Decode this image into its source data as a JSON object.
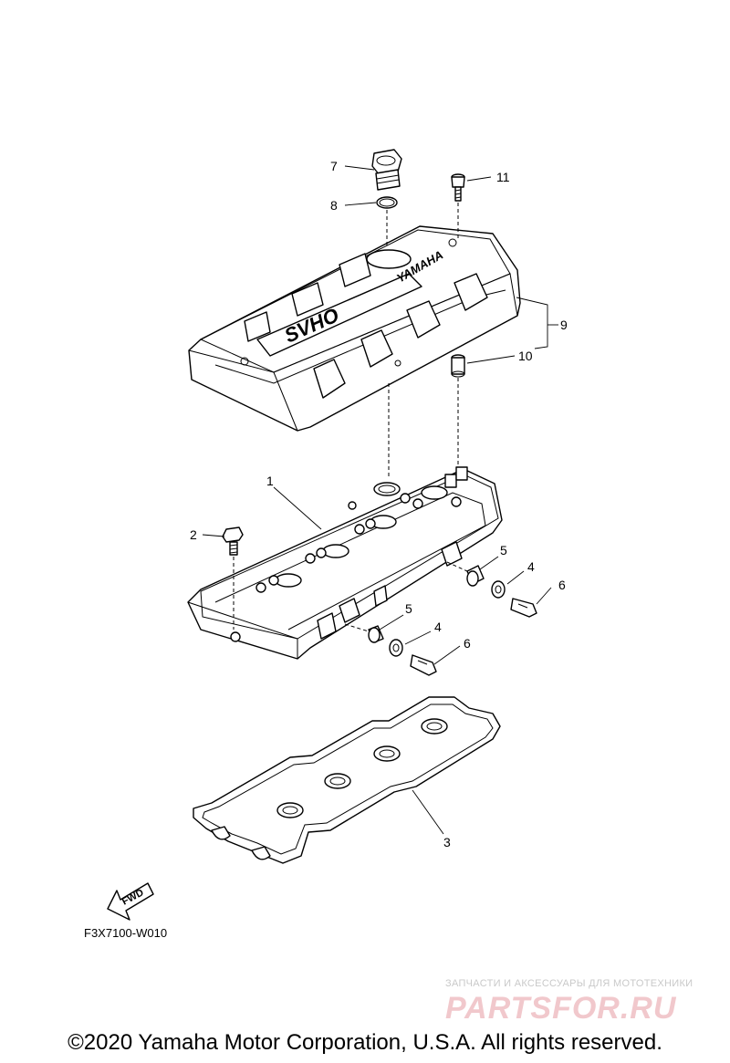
{
  "diagram": {
    "callouts": [
      {
        "id": "c1",
        "label": "1"
      },
      {
        "id": "c2",
        "label": "2"
      },
      {
        "id": "c3",
        "label": "3"
      },
      {
        "id": "c4a",
        "label": "4"
      },
      {
        "id": "c4b",
        "label": "4"
      },
      {
        "id": "c5a",
        "label": "5"
      },
      {
        "id": "c5b",
        "label": "5"
      },
      {
        "id": "c6a",
        "label": "6"
      },
      {
        "id": "c6b",
        "label": "6"
      },
      {
        "id": "c7",
        "label": "7"
      },
      {
        "id": "c8",
        "label": "8"
      },
      {
        "id": "c9",
        "label": "9"
      },
      {
        "id": "c10",
        "label": "10"
      },
      {
        "id": "c11",
        "label": "11"
      }
    ],
    "cover_emblem": "SVHO",
    "cover_brand": "YAMAHA",
    "fwd_arrow_label": "FWD",
    "figure_code": "F3X7100-W010"
  },
  "watermark": {
    "tagline": "ЗАПЧАСТИ И АКСЕССУАРЫ ДЛЯ МОТОТЕХНИКИ",
    "logo": "PARTSFOR.RU"
  },
  "footer": {
    "copyright": "©2020 Yamaha Motor Corporation, U.S.A. All rights reserved."
  }
}
